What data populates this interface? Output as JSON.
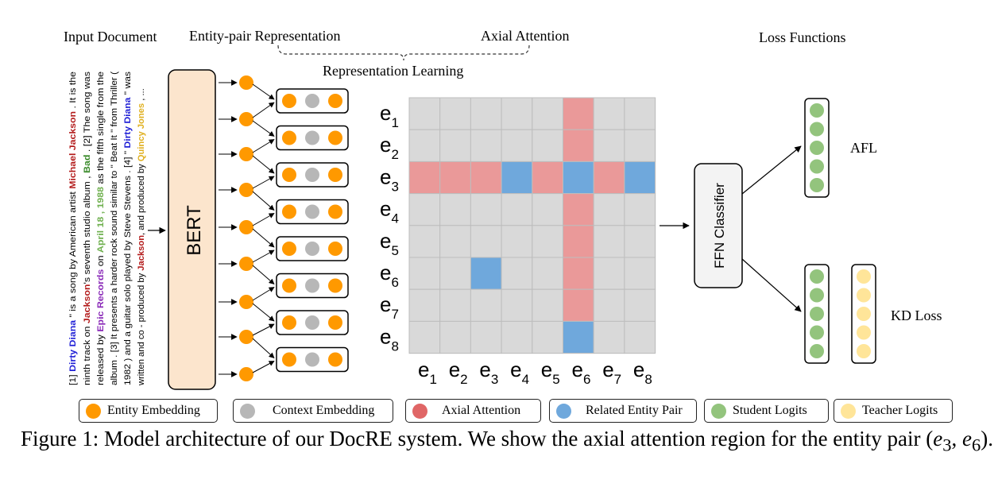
{
  "headers": {
    "input_document": "Input Document",
    "entity_pair_representation": "Entity-pair Representation",
    "axial_attention": "Axial Attention",
    "representation_learning": "Representation Learning",
    "loss_functions": "Loss Functions"
  },
  "document_lines": [
    [
      {
        "t": "[1] "
      },
      {
        "t": "Dirty Diana",
        "c": "blue"
      },
      {
        "t": " \" is a song by American artist "
      },
      {
        "t": "Michael Jackson",
        "c": "red"
      },
      {
        "t": " . It is the"
      }
    ],
    [
      {
        "t": "ninth track on "
      },
      {
        "t": "Jackson",
        "c": "red"
      },
      {
        "t": "'s seventh studio album , "
      },
      {
        "t": "Bad",
        "c": "green"
      },
      {
        "t": " . [2] The song was"
      }
    ],
    [
      {
        "t": "released by "
      },
      {
        "t": "Epic Records",
        "c": "purple"
      },
      {
        "t": " on "
      },
      {
        "t": "April 18 , 1988",
        "c": "lgreen"
      },
      {
        "t": " as the fifth single from the"
      }
    ],
    [
      {
        "t": "album . [3] It presents a harder rock sound similar to \" Beat It \" from Thriller ("
      }
    ],
    [
      {
        "t": "1982 ) and a guitar solo played by Steve Stevens . [4] \" "
      },
      {
        "t": "Dirty Diana",
        "c": "blue"
      },
      {
        "t": " \" was"
      }
    ],
    [
      {
        "t": "written and co - produced by "
      },
      {
        "t": "Jackson",
        "c": "red"
      },
      {
        "t": ", and produced by "
      },
      {
        "t": "Quincy Jones",
        "c": "yellow"
      },
      {
        "t": " , ..."
      }
    ]
  ],
  "text_colors": {
    "blue": "#1f1fd6",
    "red": "#b31b1b",
    "green": "#3a8a2a",
    "purple": "#8a2ab8",
    "lgreen": "#6fb04f",
    "yellow": "#e0b020"
  },
  "bert_label": "BERT",
  "ffn_label": "FFN Classifier",
  "matrix": {
    "row_labels": [
      {
        "b": "e",
        "s": "1"
      },
      {
        "b": "e",
        "s": "2"
      },
      {
        "b": "e",
        "s": "3"
      },
      {
        "b": "e",
        "s": "4"
      },
      {
        "b": "e",
        "s": "5"
      },
      {
        "b": "e",
        "s": "6"
      },
      {
        "b": "e",
        "s": "7"
      },
      {
        "b": "e",
        "s": "8"
      }
    ],
    "col_labels": [
      {
        "b": "e",
        "s": "1"
      },
      {
        "b": "e",
        "s": "2"
      },
      {
        "b": "e",
        "s": "3"
      },
      {
        "b": "e",
        "s": "4"
      },
      {
        "b": "e",
        "s": "5"
      },
      {
        "b": "e",
        "s": "6"
      },
      {
        "b": "e",
        "s": "7"
      },
      {
        "b": "e",
        "s": "8"
      }
    ],
    "cells": [
      "GGGGGAGG",
      "GGGGGAGG",
      "AAABABAB",
      "GGGGGAGG",
      "GGGGGAGG",
      "GGBGGAGG",
      "GGGGGAGG",
      "GGGGGBGG"
    ],
    "cell_legend": {
      "G": "none",
      "A": "Axial Attention",
      "B": "Related Entity Pair"
    }
  },
  "entity_pair_count": 8,
  "loss_labels": {
    "afl": "AFL",
    "kd": "KD Loss"
  },
  "legend": [
    {
      "label": "Entity Embedding",
      "color": "#ff9900"
    },
    {
      "label": "Context Embedding",
      "color": "#b7b7b7"
    },
    {
      "label": "Axial Attention",
      "color": "#e06666"
    },
    {
      "label": "Related Entity Pair",
      "color": "#6fa8dc"
    },
    {
      "label": "Student Logits",
      "color": "#93c47d"
    },
    {
      "label": "Teacher Logits",
      "color": "#ffe599"
    }
  ],
  "colors": {
    "entity": "#ff9900",
    "context": "#b7b7b7",
    "axial_cell": "#ea9999",
    "related_cell": "#6fa8dc",
    "grid_cell": "#d9d9d9",
    "student": "#93c47d",
    "teacher": "#ffe599",
    "bert_fill": "#fce5cd"
  },
  "caption": {
    "prefix": "Figure 1: Model architecture of our DocRE system. We show the axial attention region for the entity pair (",
    "pair": [
      "3",
      "6"
    ],
    "suffix": ")."
  }
}
